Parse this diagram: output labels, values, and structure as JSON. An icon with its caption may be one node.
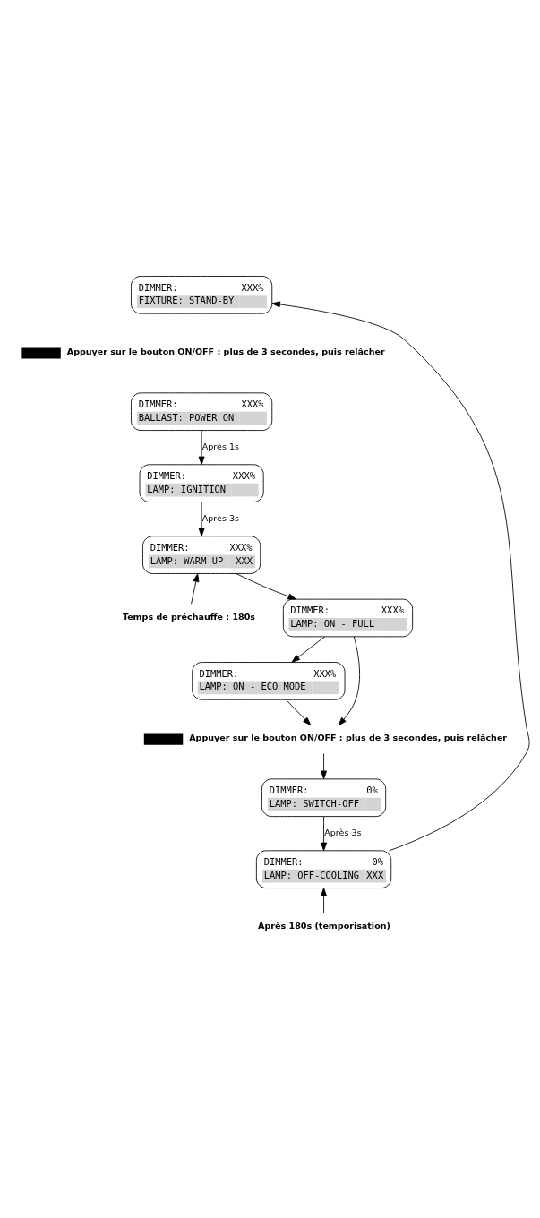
{
  "diagram": {
    "nodes": [
      {
        "text": [
          "DIMMER:",
          "XXX%",
          "FIXTURE: STAND-BY"
        ]
      },
      {
        "text": [],
        "shape": "box",
        "beside": [
          "Appuyer sur le bouton ON/OFF : plus de 3 secondes, puis relâcher"
        ]
      },
      {
        "text": [
          "DIMMER:",
          "XXX%",
          "BALLAST: POWER ON"
        ]
      },
      {
        "text": [
          "DIMMER:",
          "XXX%",
          "LAMP: IGNITION"
        ]
      },
      {
        "text": [
          "DIMMER:",
          "XXX%",
          "LAMP: WARM-UP",
          "XXX"
        ]
      },
      {
        "text": [
          "Temps de préchauffe : 180s"
        ]
      },
      {
        "text": [
          "DIMMER:",
          "XXX%",
          "LAMP: ON - FULL"
        ]
      },
      {
        "text": [
          "DIMMER:",
          "XXX%",
          "LAMP: ON - ECO MODE"
        ]
      },
      {
        "text": [],
        "shape": "box",
        "beside": [
          "Appuyer sur le bouton ON/OFF : plus de 3 secondes, puis relâcher"
        ]
      },
      {
        "text": [
          "DIMMER:",
          "0%",
          "LAMP: SWITCH-OFF"
        ]
      },
      {
        "text": [
          "DIMMER:",
          "0%",
          "LAMP: OFF-COOLING",
          "XXX"
        ]
      },
      {
        "text": [
          "Après 180s (temporisation)"
        ]
      }
    ],
    "edges": [
      {
        "from": 2,
        "to": 3,
        "arrow": "to",
        "label": "Après 1s"
      },
      {
        "from": 3,
        "to": 4,
        "arrow": "to",
        "label": "Après 3s"
      },
      {
        "from": 5,
        "to": 4,
        "arrow": "to"
      },
      {
        "from": 4,
        "to": 6,
        "arrow": "to"
      },
      {
        "from": 6,
        "to": 7,
        "arrow": "to"
      },
      {
        "from": 6,
        "to": 8,
        "arrow": "to"
      },
      {
        "from": 7,
        "to": 8,
        "arrow": "to"
      },
      {
        "from": 8,
        "to": 9,
        "arrow": "to"
      },
      {
        "from": 9,
        "to": 10,
        "arrow": "to",
        "label": "Après 3s"
      },
      {
        "from": 11,
        "to": 10,
        "arrow": "to"
      },
      {
        "from": 10,
        "to": 0,
        "arrow": "to"
      }
    ]
  }
}
